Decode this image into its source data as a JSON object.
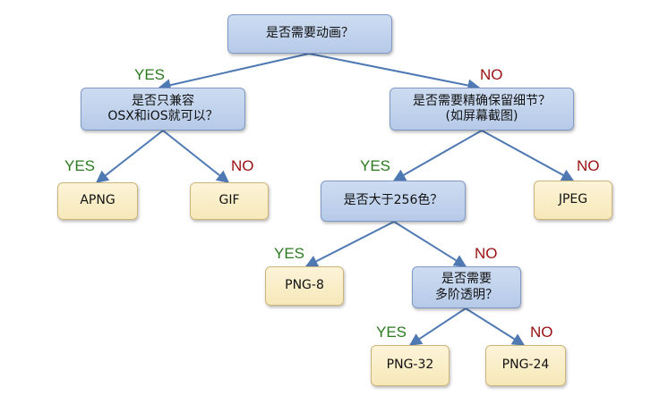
{
  "colors": {
    "question_fill": "#c3d3ec",
    "answer_fill": "#f9eec8",
    "edge": "#4f79b3",
    "yes": "#2a7a1e",
    "no": "#9a1010"
  },
  "labels": {
    "yes": "YES",
    "no": "NO"
  },
  "nodes": {
    "q_animation": "是否需要动画？",
    "q_osx_ios": "是否只兼容\nOSX和iOS就可以？",
    "q_detail": "是否需要精确保留细节？\n(如屏幕截图)",
    "a_apng": "APNG",
    "a_gif": "GIF",
    "q_256": "是否大于256色？",
    "a_jpeg": "JPEG",
    "a_png8": "PNG-8",
    "q_alpha": "是否需要\n多阶透明？",
    "a_png32": "PNG-32",
    "a_png24": "PNG-24"
  }
}
